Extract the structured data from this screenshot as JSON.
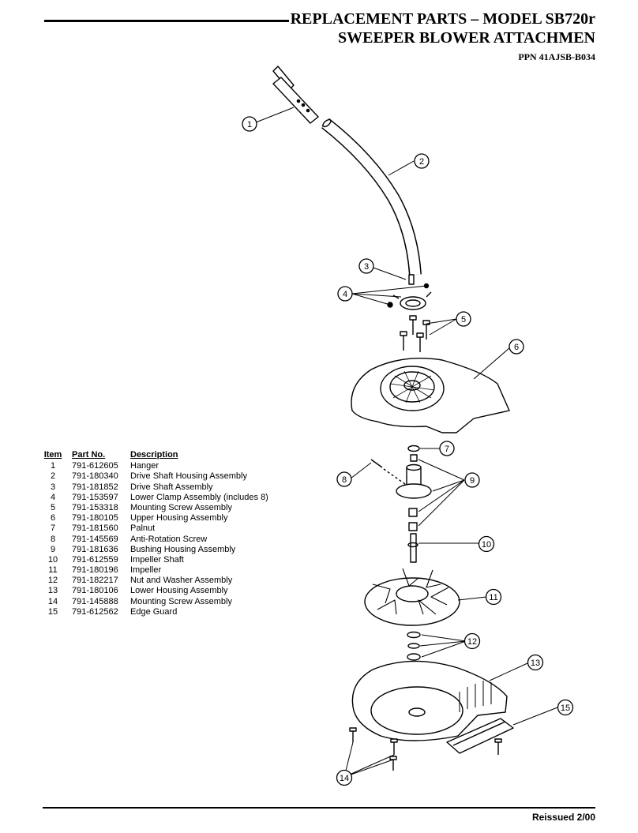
{
  "header": {
    "title_line1": "REPLACEMENT PARTS – MODEL SB720r",
    "title_line2": "SWEEPER BLOWER ATTACHMEN",
    "ppn": "PPN 41AJSB-B034"
  },
  "parts_table": {
    "headers": {
      "item": "Item",
      "part_no": "Part No.",
      "description": "Description"
    },
    "rows": [
      {
        "item": "1",
        "part_no": "791-612605",
        "description": "Hanger"
      },
      {
        "item": "2",
        "part_no": "791-180340",
        "description": "Drive Shaft Housing Assembly"
      },
      {
        "item": "3",
        "part_no": "791-181852",
        "description": "Drive Shaft Assembly"
      },
      {
        "item": "4",
        "part_no": "791-153597",
        "description": "Lower Clamp Assembly (includes 8)"
      },
      {
        "item": "5",
        "part_no": "791-153318",
        "description": "Mounting Screw Assembly"
      },
      {
        "item": "6",
        "part_no": "791-180105",
        "description": "Upper Housing Assembly"
      },
      {
        "item": "7",
        "part_no": "791-181560",
        "description": "Palnut"
      },
      {
        "item": "8",
        "part_no": "791-145569",
        "description": "Anti-Rotation Screw"
      },
      {
        "item": "9",
        "part_no": "791-181636",
        "description": "Bushing Housing Assembly"
      },
      {
        "item": "10",
        "part_no": "791-612559",
        "description": "Impeller Shaft"
      },
      {
        "item": "11",
        "part_no": "791-180196",
        "description": "Impeller"
      },
      {
        "item": "12",
        "part_no": "791-182217",
        "description": "Nut and Washer Assembly"
      },
      {
        "item": "13",
        "part_no": "791-180106",
        "description": "Lower Housing Assembly"
      },
      {
        "item": "14",
        "part_no": "791-145888",
        "description": "Mounting Screw Assembly"
      },
      {
        "item": "15",
        "part_no": "791-612562",
        "description": "Edge Guard"
      }
    ]
  },
  "callouts": [
    "1",
    "2",
    "3",
    "4",
    "5",
    "6",
    "7",
    "8",
    "9",
    "10",
    "11",
    "12",
    "13",
    "14",
    "15"
  ],
  "footer": {
    "text": "Reissued 2/00"
  }
}
